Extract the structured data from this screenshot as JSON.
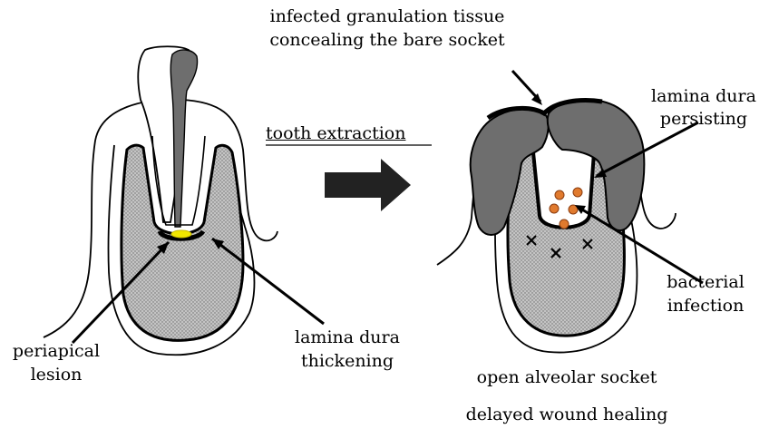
{
  "labels": {
    "top_line1": "infected granulation tissue",
    "top_line2": "concealing the bare socket",
    "lamina_persisting_line1": "lamina dura",
    "lamina_persisting_line2": "persisting",
    "tooth_extraction": "tooth extraction",
    "bacterial_line1": "bacterial",
    "bacterial_line2": "infection",
    "periapical_line1": "periapical",
    "periapical_line2": "lesion",
    "thickening_line1": "lamina dura",
    "thickening_line2": "thickening",
    "open_socket": "open alveolar socket",
    "delayed_healing": "delayed wound healing"
  },
  "colors": {
    "bone_fill": "#bdbdbd",
    "tissue_fill": "#6e6e6e",
    "lesion": "#f2e600",
    "bacteria": "#e07a2e",
    "arrow": "#222222",
    "outline": "#000000"
  }
}
